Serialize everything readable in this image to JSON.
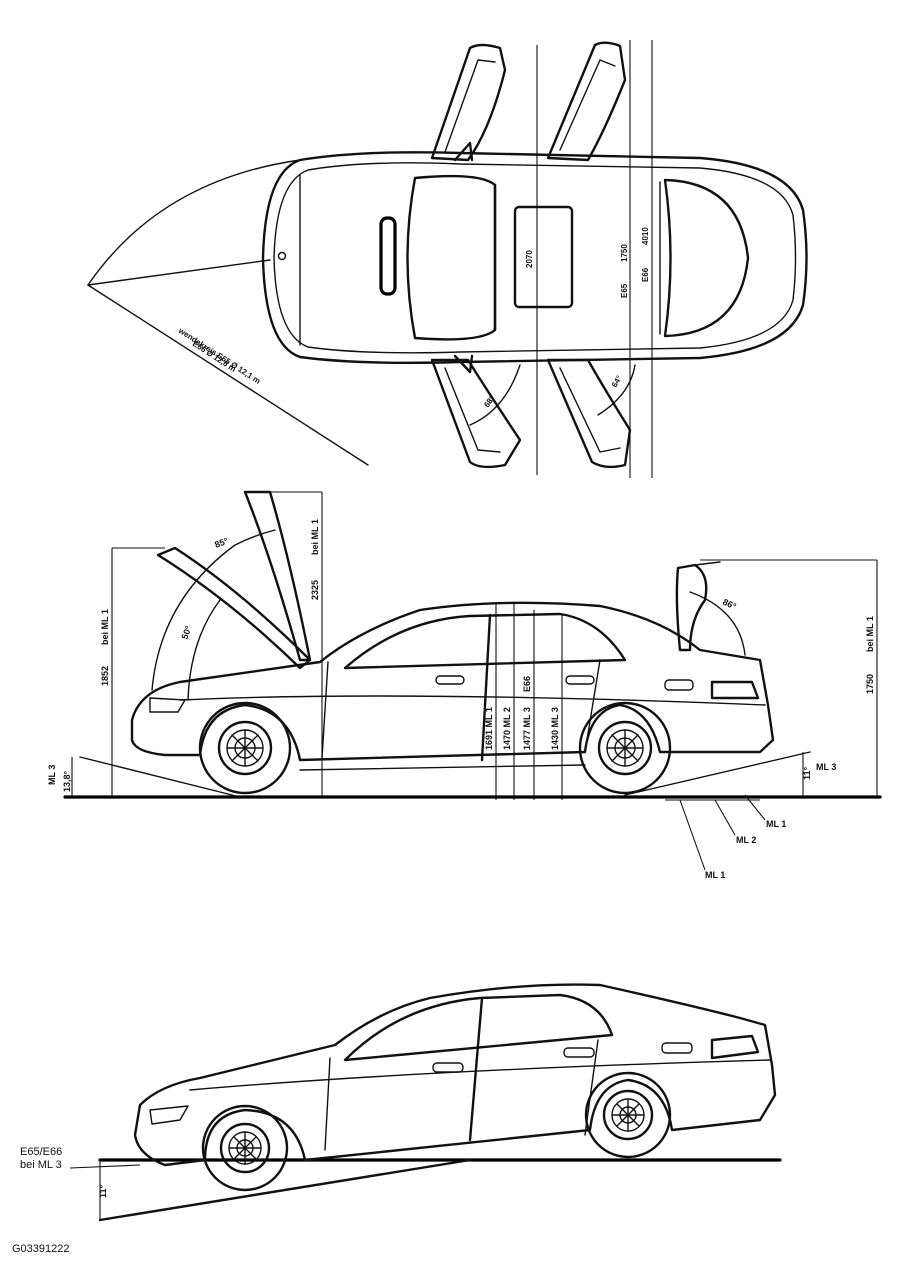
{
  "figure_id": "G03391222",
  "top_view": {
    "sweep_label_1": "wendekreis E65 Ø 12,1 m",
    "sweep_label_2": "E66 Ø 12,6 m",
    "door_angle_front": "68°",
    "door_angle_rear": "64°",
    "dim_roof": "2070",
    "dim_e65": "E65",
    "dim_e65_val": "1750",
    "dim_e66": "E66",
    "dim_e66_val": "4010"
  },
  "side_view": {
    "hood_angle_85": "85°",
    "hood_angle_50": "50°",
    "trunk_angle": "86°",
    "height_hood_label": "bei ML 1",
    "height_hood_val": "2325",
    "height_front_label": "bei ML 1",
    "height_front_val": "1852",
    "height_trunk_label": "bei ML 1",
    "height_trunk_val": "1750",
    "dim_1691": "1691 ML 1",
    "dim_1470": "1470 ML 2",
    "dim_1477": "1477 ML 3",
    "dim_e66": "E66",
    "dim_1430": "1430 ML 3",
    "front_approach": "13,8°",
    "rear_departure": "11°",
    "ml3_left": "ML 3",
    "ml3_right": "ML 3",
    "ml2": "ML 2",
    "ml1_upper": "ML 1",
    "ml1_lower": "ML 1"
  },
  "ramp_view": {
    "label_line1": "E65/E66",
    "label_line2": "bei ML 3",
    "ramp_dim": "11°"
  }
}
